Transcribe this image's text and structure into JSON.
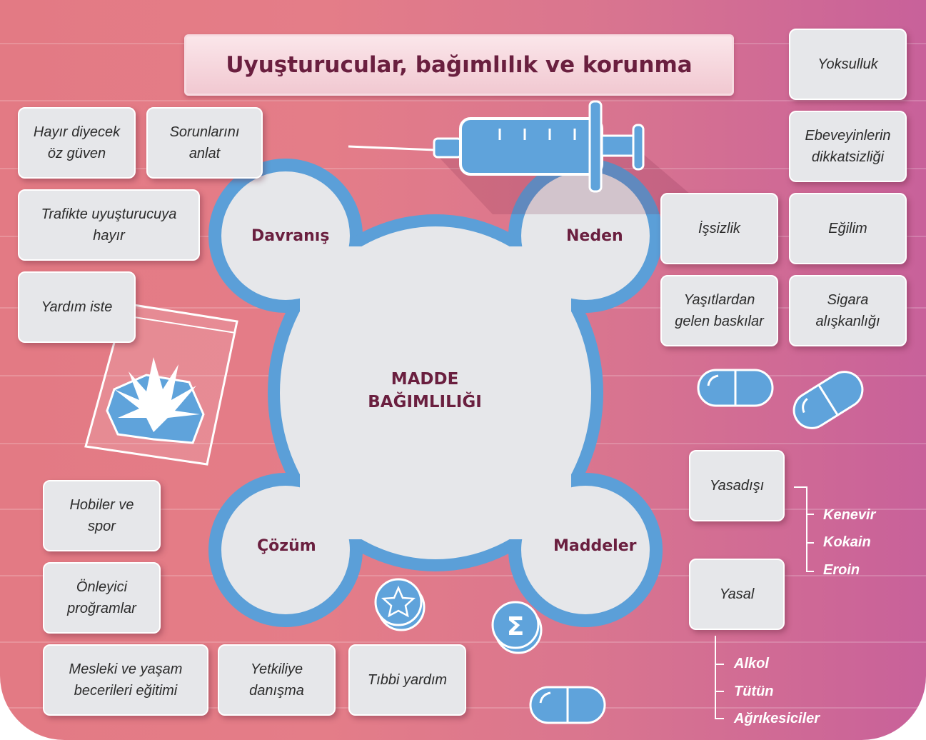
{
  "title": "Uyuşturucular, bağımlılık ve korunma",
  "center": {
    "line1": "MADDE",
    "line2": "BAĞIMLILIĞI"
  },
  "lobes": {
    "behavior": "Davranış",
    "cause": "Neden",
    "solution": "Çözüm",
    "substances": "Maddeler"
  },
  "behavior_cards": [
    {
      "line1": "Hayır diyecek",
      "line2": "öz güven"
    },
    {
      "line1": "Sorunlarını",
      "line2": "anlat"
    },
    {
      "line1": "Trafikte uyuşturucuya",
      "line2": "hayır"
    },
    {
      "line1": "Yardım iste",
      "line2": ""
    }
  ],
  "cause_cards": [
    {
      "line1": "Yoksulluk",
      "line2": ""
    },
    {
      "line1": "Ebeveyinlerin",
      "line2": "dikkatsizliği"
    },
    {
      "line1": "İşsizlik",
      "line2": ""
    },
    {
      "line1": "Eğilim",
      "line2": ""
    },
    {
      "line1": "Yaşıtlardan",
      "line2": "gelen baskılar"
    },
    {
      "line1": "Sigara",
      "line2": "alışkanlığı"
    }
  ],
  "solution_cards": [
    {
      "line1": "Hobiler ve",
      "line2": "spor"
    },
    {
      "line1": "Önleyici",
      "line2": "proğramlar"
    },
    {
      "line1": "Mesleki ve yaşam",
      "line2": "becerileri eğitimi"
    },
    {
      "line1": "Yetkiliye",
      "line2": "danışma"
    },
    {
      "line1": "Tıbbi yardım",
      "line2": ""
    }
  ],
  "substance_groups": {
    "illegal": {
      "label": "Yasadışı",
      "items": [
        "Kenevir",
        "Kokain",
        "Eroin"
      ]
    },
    "legal": {
      "label": "Yasal",
      "items": [
        "Alkol",
        "Tütün",
        "Ağrıkesiciler"
      ]
    }
  },
  "icons": [
    "syringe-icon",
    "capsule-icon",
    "cannabis-leaf-icon",
    "zip-bag-icon",
    "star-coin-icon",
    "sigma-coin-icon"
  ],
  "colors": {
    "accent_blue": "#5fa3db",
    "title_text": "#6a1f3f",
    "card_bg": "#e6e7ea"
  }
}
